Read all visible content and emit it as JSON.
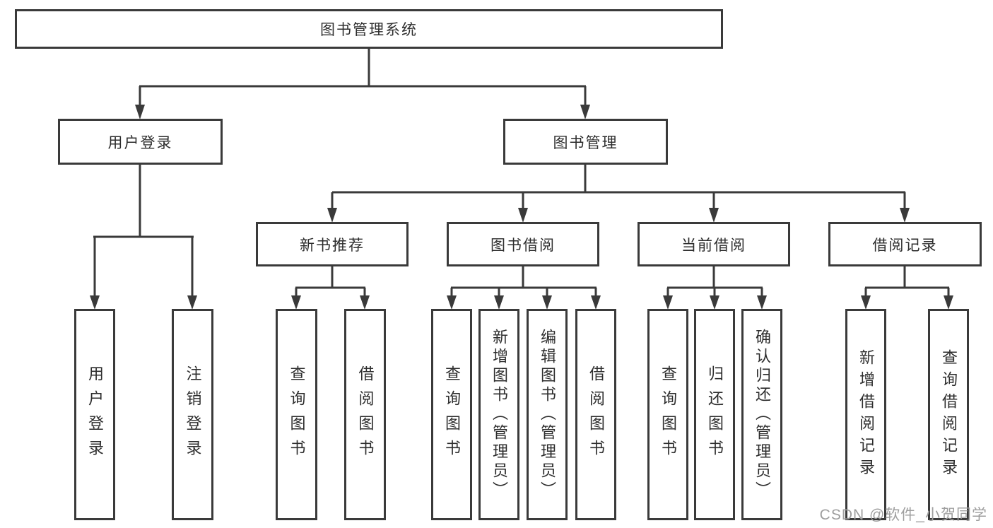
{
  "diagram_title": "图书管理系统",
  "nodes": {
    "root": "图书管理系统",
    "user_login": "用户登录",
    "book_mgmt": "图书管理",
    "new_book_rec": "新书推荐",
    "book_borrow": "图书借阅",
    "current_borrow": "当前借阅",
    "borrow_records": "借阅记录"
  },
  "leaves": {
    "user_login_leaf": "用户登录",
    "logout": "注销登录",
    "rec_query_book": "查询图书",
    "rec_borrow_book": "借阅图书",
    "bb_query_book": "查询图书",
    "bb_add_book": "新增图书（管理员）",
    "bb_edit_book": "编辑图书（管理员）",
    "bb_borrow_book": "借阅图书",
    "cb_query_book": "查询图书",
    "cb_return_book": "归还图书",
    "cb_confirm_return": "确认归还（管理员）",
    "br_add_record": "新增借阅记录",
    "br_query_record": "查询借阅记录"
  },
  "tree": {
    "label": "图书管理系统",
    "children": [
      {
        "label": "用户登录",
        "children": [
          {
            "label": "用户登录"
          },
          {
            "label": "注销登录"
          }
        ]
      },
      {
        "label": "图书管理",
        "children": [
          {
            "label": "新书推荐",
            "children": [
              {
                "label": "查询图书"
              },
              {
                "label": "借阅图书"
              }
            ]
          },
          {
            "label": "图书借阅",
            "children": [
              {
                "label": "查询图书"
              },
              {
                "label": "新增图书（管理员）"
              },
              {
                "label": "编辑图书（管理员）"
              },
              {
                "label": "借阅图书"
              }
            ]
          },
          {
            "label": "当前借阅",
            "children": [
              {
                "label": "查询图书"
              },
              {
                "label": "归还图书"
              },
              {
                "label": "确认归还（管理员）"
              }
            ]
          },
          {
            "label": "借阅记录",
            "children": [
              {
                "label": "新增借阅记录"
              },
              {
                "label": "查询借阅记录"
              }
            ]
          }
        ]
      }
    ]
  },
  "watermark": "CSDN @软件_小贺同学",
  "colors": {
    "line": "#3a3a3a",
    "box_border": "#3a3a3a",
    "text": "#2d2d2d",
    "background": "#ffffff",
    "watermark": "#9e9e9e"
  }
}
